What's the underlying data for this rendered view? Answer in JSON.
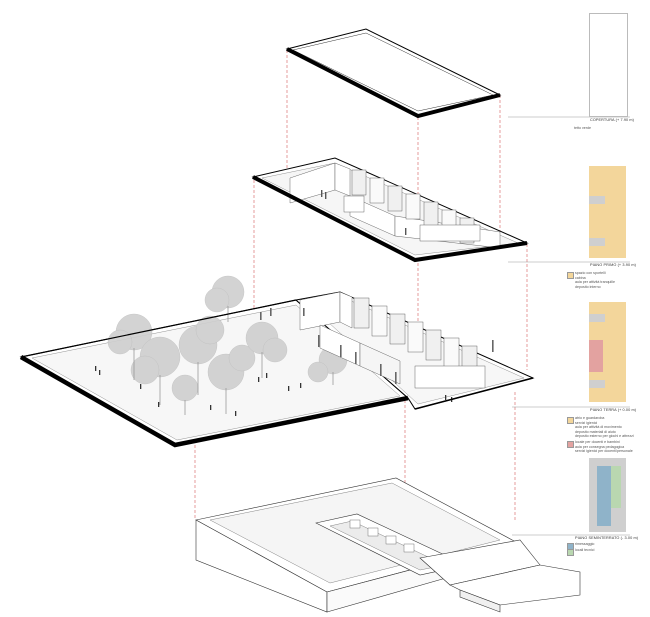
{
  "levels": [
    {
      "id": "copertura",
      "title": "COPERTURA (+ 7.90 m)",
      "lines": [
        "tetto verde"
      ],
      "legend": []
    },
    {
      "id": "primo",
      "title": "PIANO PRIMO (+ 3.90 m)",
      "lines": [],
      "legend": [
        {
          "color": "#f3d69b",
          "lines": [
            "spazio con sportelli",
            "cabina",
            "aula per attività tranquille",
            "deposito interno"
          ]
        }
      ]
    },
    {
      "id": "terra",
      "title": "PIANO TERRA (+ 0.00 m)",
      "lines": [],
      "legend": [
        {
          "color": "#f3d69b",
          "lines": [
            "atrio e guardaroba",
            "servizi igienici",
            "aula per attività di movimento",
            "deposito materiali di aiuto",
            "deposito esterno per giochi e attrezzi"
          ]
        },
        {
          "color": "#e3a2a0",
          "lines": [
            "locale per docenti e bambini",
            "aula per consegna pedagogica",
            "servizi igienici per docenti/personale"
          ]
        }
      ]
    },
    {
      "id": "seminterrato",
      "title": "PIANO SEMINTERRATO (- 3.00 m)",
      "lines": [],
      "legend": [
        {
          "color": "#8fb3c9",
          "lines": [
            "rimessaggio"
          ]
        },
        {
          "color": "#b9d7b0",
          "lines": [
            "locali tecnici"
          ]
        }
      ]
    }
  ],
  "colors": {
    "ochre": "#f3d69b",
    "grey": "#cfcfcf",
    "pink": "#e3a2a0",
    "blue": "#8fb3c9",
    "green": "#b9d7b0",
    "guide": "#d25a5a"
  }
}
